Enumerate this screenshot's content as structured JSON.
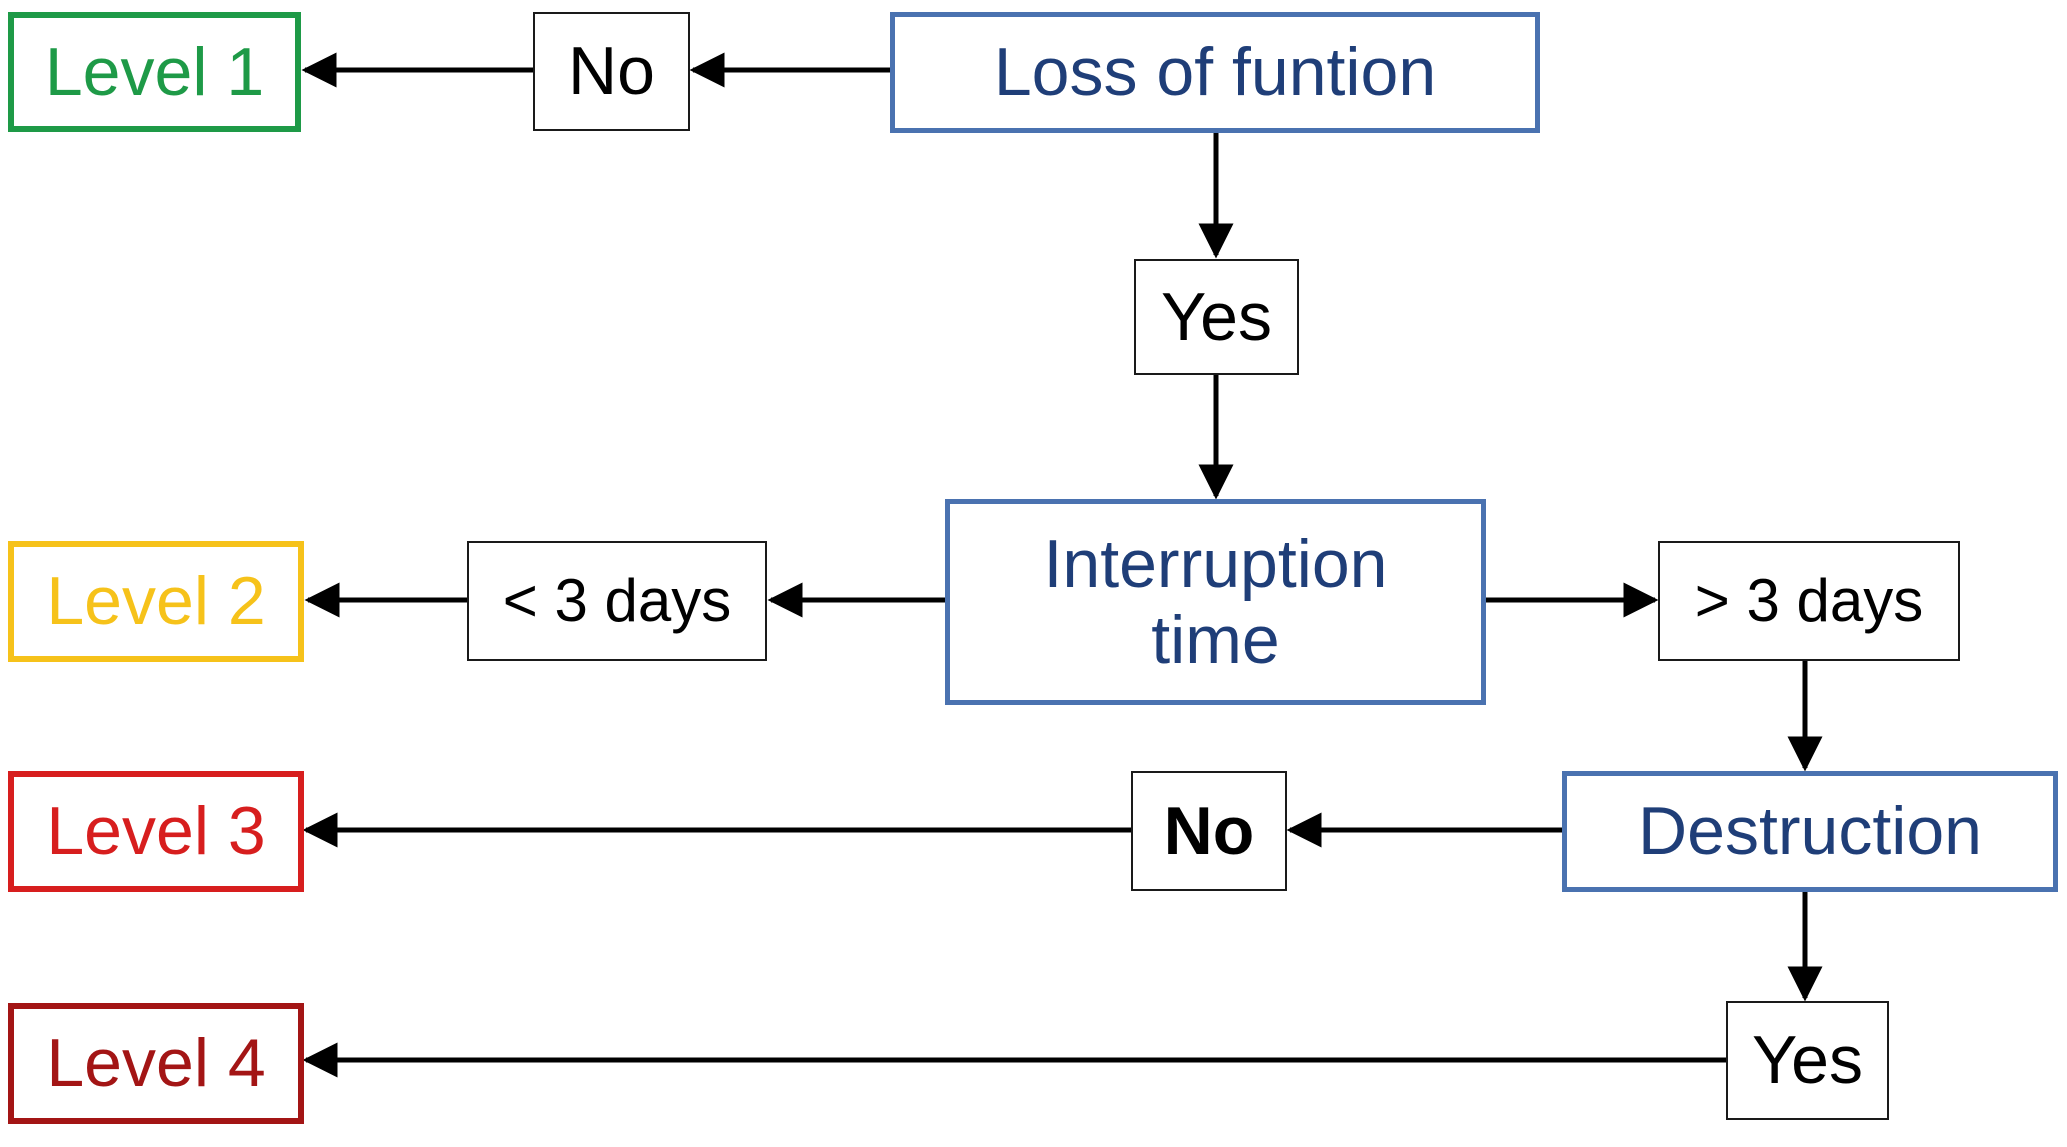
{
  "colors": {
    "decision_border": "#4a72b0",
    "decision_text": "#1f3e78",
    "level1": "#1e9a47",
    "level2": "#f6c21a",
    "level3": "#d71e1e",
    "level4": "#a31515",
    "arrow": "#000000"
  },
  "nodes": {
    "loss_of_function": "Loss of funtion",
    "yes_top": "Yes",
    "no_top": "No",
    "interruption_time": "Interruption time",
    "less_3_days": "< 3 days",
    "more_3_days": "> 3 days",
    "destruction": "Destruction",
    "no_destruction": "No",
    "yes_destruction": "Yes"
  },
  "levels": {
    "level1": "Level 1",
    "level2": "Level 2",
    "level3": "Level 3",
    "level4": "Level 4"
  }
}
